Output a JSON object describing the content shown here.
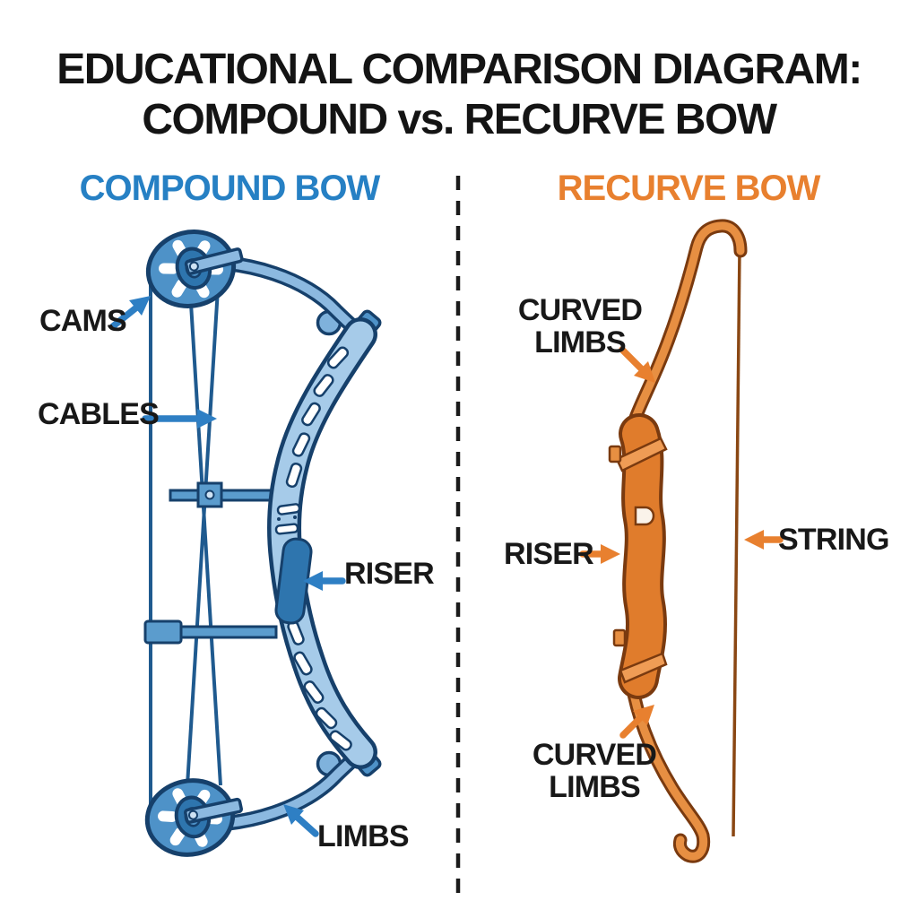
{
  "title": {
    "line1": "EDUCATIONAL COMPARISON DIAGRAM:",
    "line2": "COMPOUND vs. RECURVE BOW"
  },
  "compound": {
    "header": "COMPOUND BOW",
    "labels": {
      "cams": "CAMS",
      "cables": "CABLES",
      "riser": "RISER",
      "limbs": "LIMBS"
    }
  },
  "recurve": {
    "header": "RECURVE BOW",
    "labels": {
      "curved_limbs_top_line1": "CURVED",
      "curved_limbs_top_line2": "LIMBS",
      "riser": "RISER",
      "string": "STRING",
      "curved_limbs_bottom_line1": "CURVED",
      "curved_limbs_bottom_line2": "LIMBS"
    }
  },
  "colors": {
    "compound_accent": "#2680c4",
    "recurve_accent": "#e8802f",
    "label_text": "#181818",
    "compound_outline": "#16406b",
    "compound_fill_light": "#a6cbe9",
    "compound_fill_mid": "#4e92c8",
    "compound_string": "#1f5a8f",
    "recurve_outline": "#7a3a0f",
    "recurve_limb_fill": "#e78f42",
    "recurve_riser_fill": "#e07c2c",
    "recurve_string": "#8a4713",
    "divider": "#1a1a1a",
    "background": "#ffffff"
  }
}
